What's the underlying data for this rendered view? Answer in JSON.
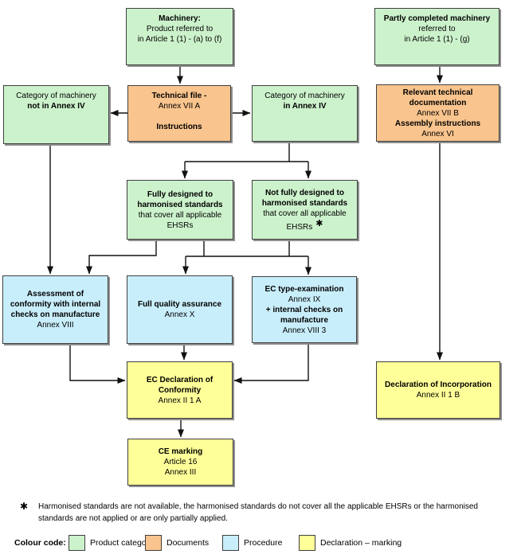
{
  "flowchart": {
    "boxes": {
      "machinery": {
        "lines": [
          "Machinery:",
          "Product referred to",
          "in Article 1 (1) - (a) to (f)"
        ]
      },
      "partly_completed": {
        "lines": [
          "Partly completed machinery",
          "referred to",
          "in Article 1 (1) - (g)"
        ]
      },
      "category_not_annex_iv": {
        "lines": [
          "Category of machinery",
          "not in Annex IV"
        ]
      },
      "technical_file": {
        "lines": [
          "Technical file -",
          "Annex VII A",
          "Instructions"
        ]
      },
      "category_in_annex_iv": {
        "lines": [
          "Category of machinery",
          "in Annex IV"
        ]
      },
      "relevant_documentation": {
        "lines": [
          "Relevant technical",
          "documentation",
          "Annex VII B",
          "Assembly instructions",
          "Annex VI"
        ]
      },
      "fully_designed": {
        "lines": [
          "Fully designed to",
          "harmonised standards",
          "that cover all applicable",
          "EHSRs"
        ]
      },
      "not_fully_designed": {
        "lines": [
          "Not fully designed to",
          "harmonised standards",
          "that cover all applicable",
          "EHSRs"
        ]
      },
      "assessment_internal_checks": {
        "lines": [
          "Assessment of",
          "conformity with internal",
          "checks on manufacture",
          "Annex VIII"
        ]
      },
      "full_quality_assurance": {
        "lines": [
          "Full quality assurance",
          "Annex X"
        ]
      },
      "ec_type_examination": {
        "lines": [
          "EC type-examination",
          "Annex IX",
          "+ internal checks on",
          "manufacture",
          "Annex VIII 3"
        ]
      },
      "ec_declaration": {
        "lines": [
          "EC Declaration of",
          "Conformity",
          "Annex II 1 A"
        ]
      },
      "declaration_incorporation": {
        "lines": [
          "Declaration of Incorporation",
          "Annex II 1 B"
        ]
      },
      "ce_marking": {
        "lines": [
          "CE marking",
          "Article 16",
          "Annex III"
        ]
      }
    },
    "footnote": {
      "symbol": "✱",
      "text": "Harmonised standards are not available, the harmonised standards do not cover all the applicable EHSRs or the harmonised standards are not applied or are only partially applied."
    },
    "colour_code": {
      "title": "Colour code:",
      "items": [
        {
          "label": "Product category",
          "color": "#ccf2cc"
        },
        {
          "label": "Documents",
          "color": "#f9c48d"
        },
        {
          "label": "Procedure",
          "color": "#c9eefb"
        },
        {
          "label": "Declaration – marking",
          "color": "#ffff99"
        }
      ]
    }
  }
}
